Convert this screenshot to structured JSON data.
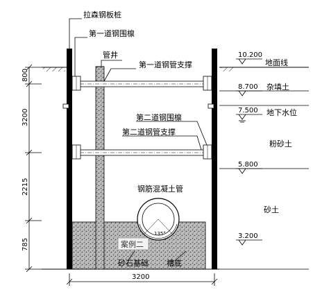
{
  "labels": {
    "sheet_pile": "拉森钢板桩",
    "waler_1": "第一道钢围檩",
    "manhole": "管井",
    "strut_1": "第一道钢管支撑",
    "waler_2": "第二道钢围檩",
    "strut_2": "第二道钢管支撑",
    "pipe": "钢筋混凝土管",
    "gravel_base": "砂石基础",
    "trench_bottom": "槽底",
    "watermark": "案例二",
    "angle": "135°"
  },
  "soil": {
    "ground_line": "地面线",
    "fill": "杂填土",
    "water_table": "地下水位",
    "silty_sand": "粉砂土",
    "sand": "砂土"
  },
  "elevations": [
    "10.200",
    "8.700",
    "7.500",
    "5.800",
    "3.200"
  ],
  "dimensions": {
    "vertical": [
      "800",
      "3200",
      "2215",
      "785"
    ],
    "width": "3200"
  },
  "colors": {
    "line": "#000000",
    "pile": "#000000",
    "waler": "#5a5a5a",
    "gravel": "#9a9a9a"
  }
}
